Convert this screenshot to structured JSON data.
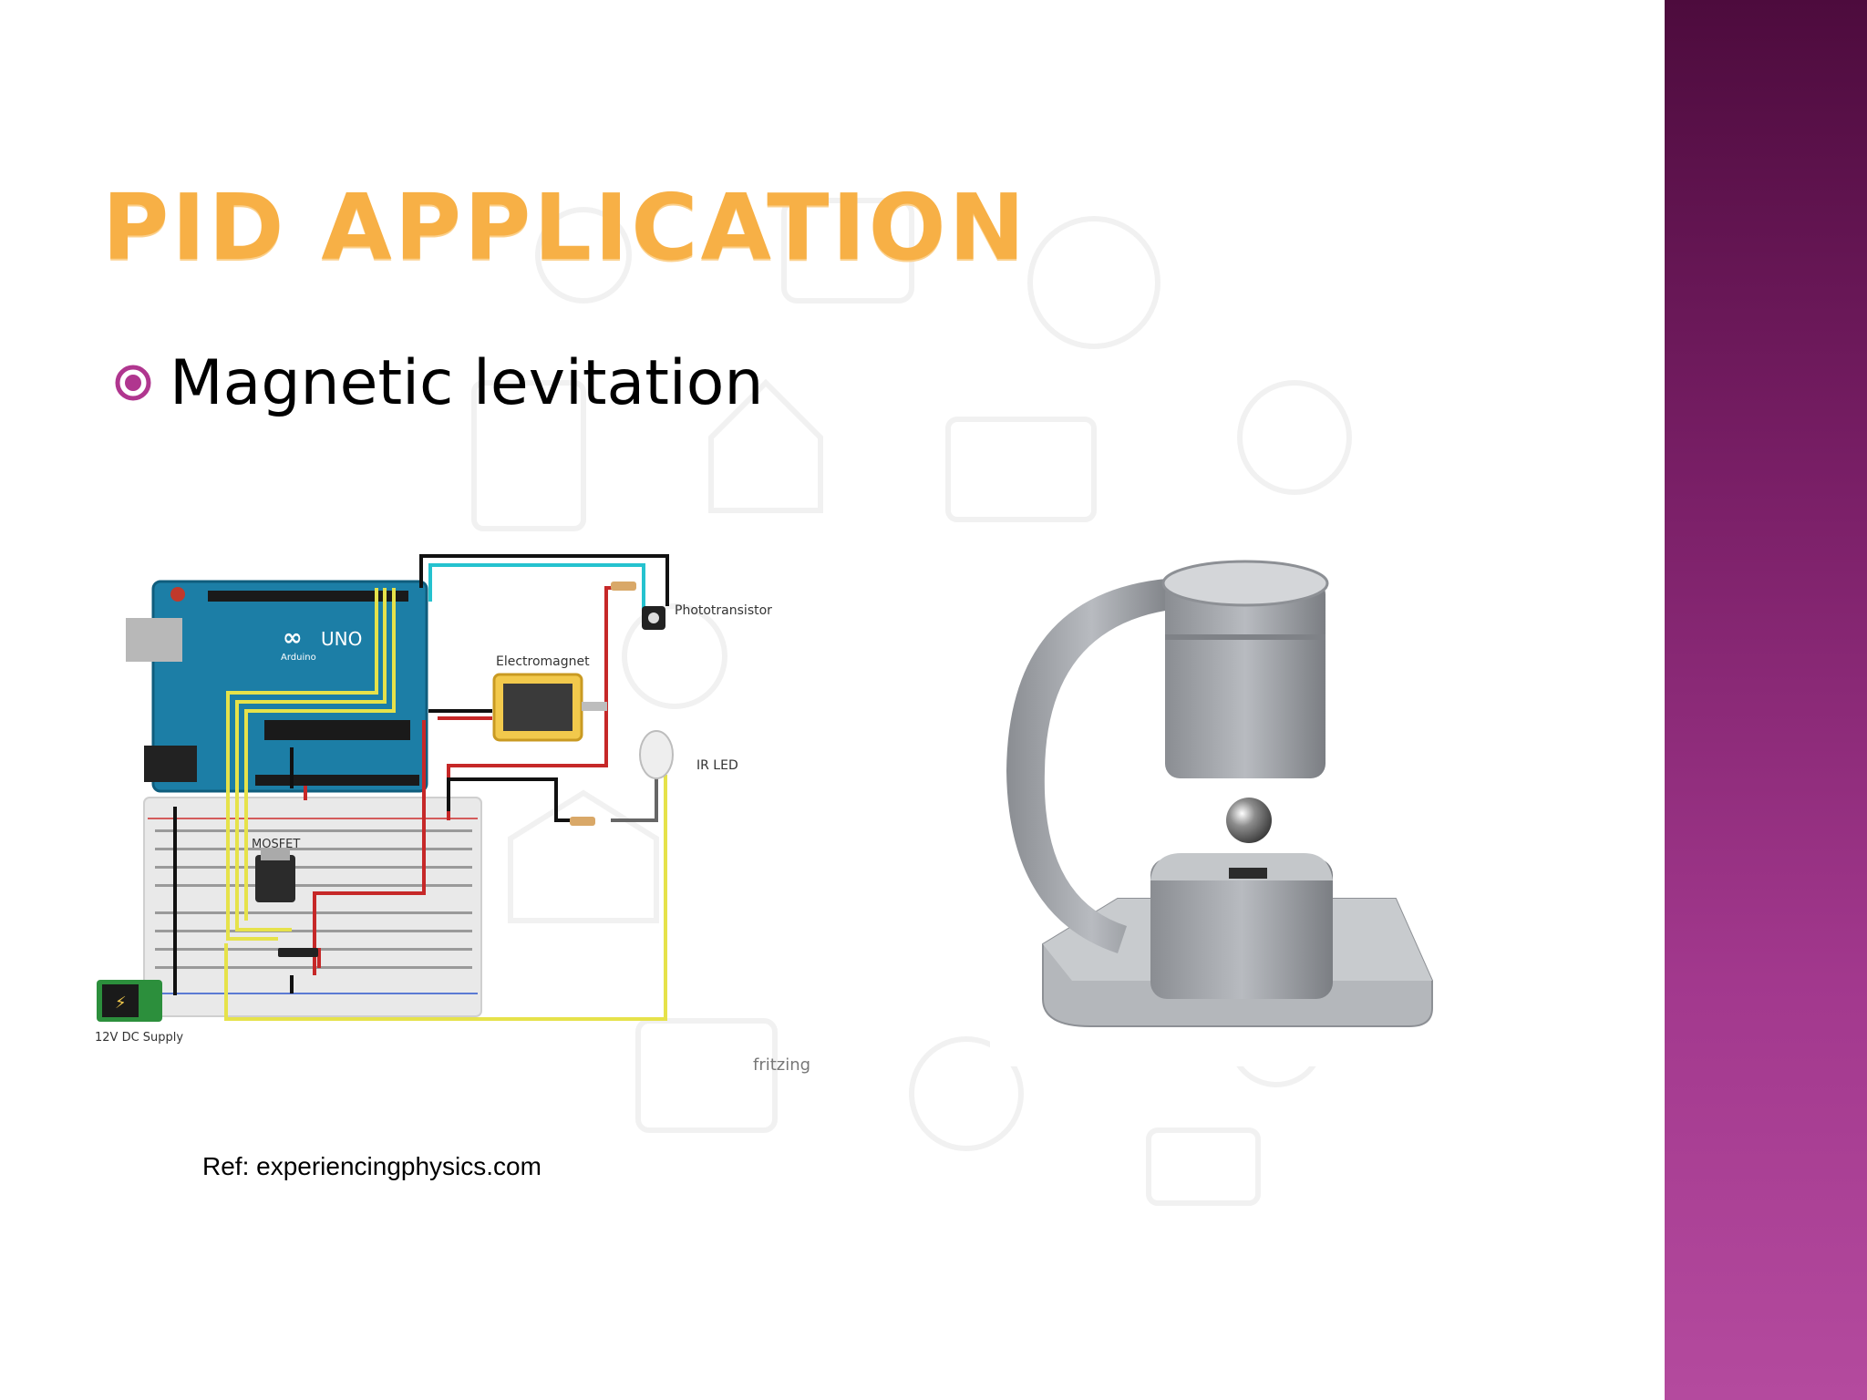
{
  "slide": {
    "title": "PID APPLICATION",
    "bullets": [
      {
        "text": "Magnetic levitation",
        "icon": "target-bullet-icon"
      }
    ],
    "reference": "Ref: experiencingphysics.com"
  },
  "circuit_diagram": {
    "labels": {
      "phototransistor": "Phototransistor",
      "electromagnet": "Electromagnet",
      "ir_led": "IR LED",
      "mosfet": "MOSFET",
      "supply": "12V DC Supply",
      "board_brand": "UNO",
      "board_maker": "Arduino",
      "tool": "fritzing"
    }
  },
  "colors": {
    "title": "#f7b046",
    "bullet": "#b0368f",
    "sidebar_top": "#4d0b3d",
    "sidebar_bottom": "#b44a9e"
  }
}
